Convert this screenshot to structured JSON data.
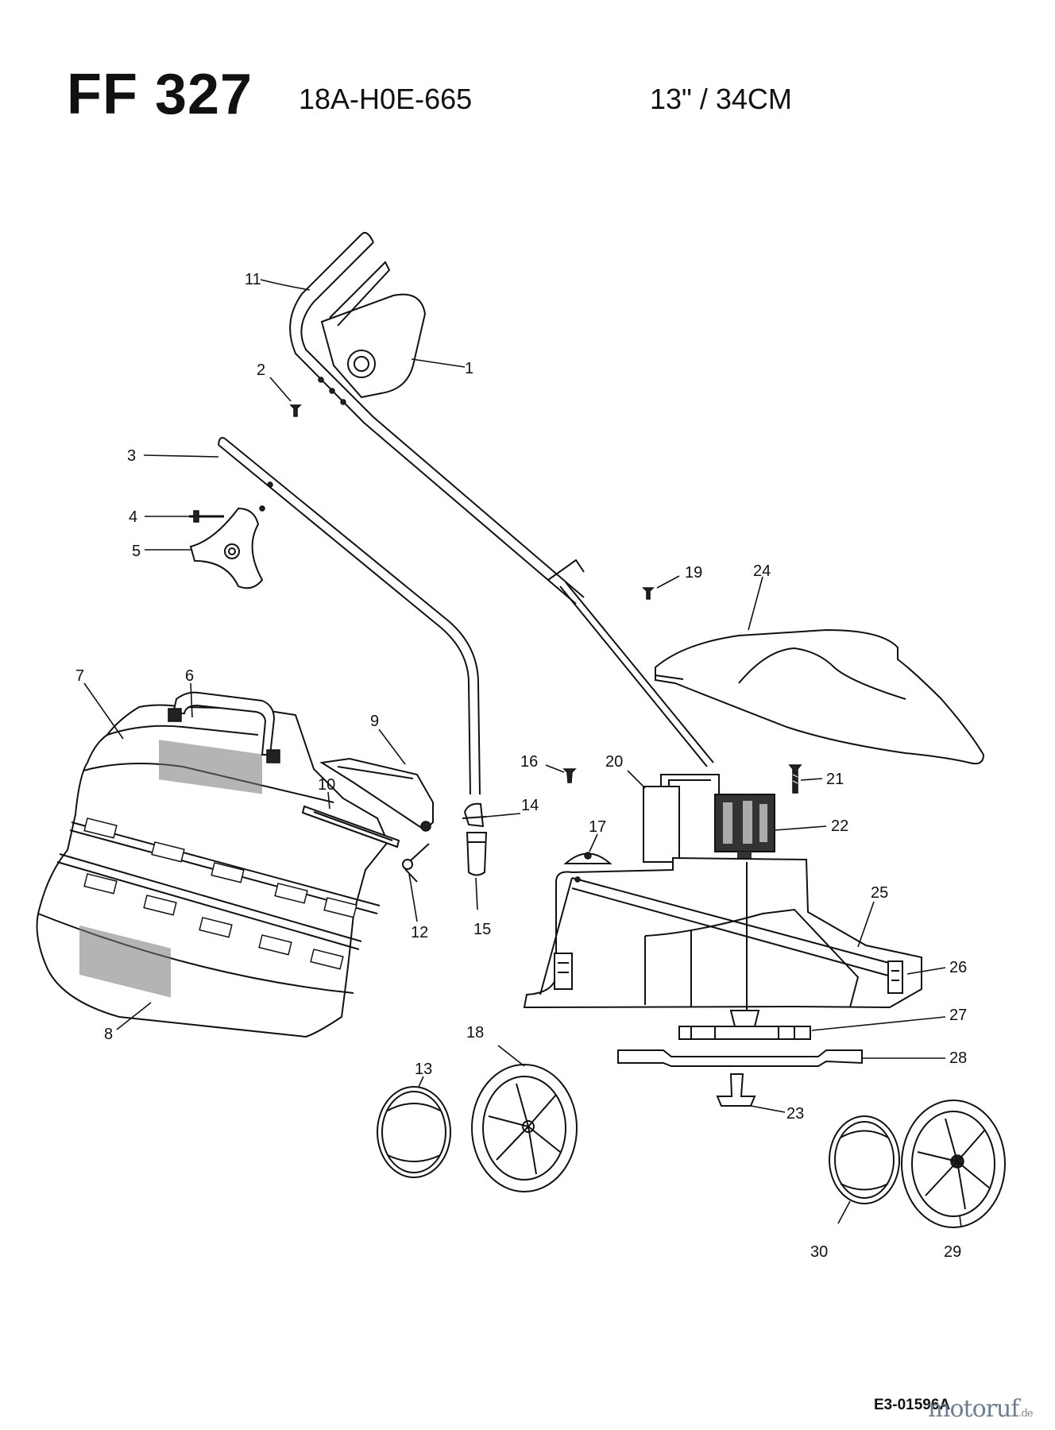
{
  "header": {
    "model": "FF 327",
    "part_number": "18A-H0E-665",
    "size": "13\"  / 34CM"
  },
  "footer": {
    "doc_ref": "E3-01596A",
    "brand": "motoruf",
    "brand_suffix": ".de"
  },
  "callouts": [
    "1",
    "2",
    "3",
    "4",
    "5",
    "6",
    "7",
    "8",
    "9",
    "10",
    "11",
    "12",
    "13",
    "14",
    "15",
    "16",
    "17",
    "18",
    "19",
    "20",
    "21",
    "22",
    "23",
    "24",
    "25",
    "26",
    "27",
    "28",
    "29",
    "30"
  ]
}
